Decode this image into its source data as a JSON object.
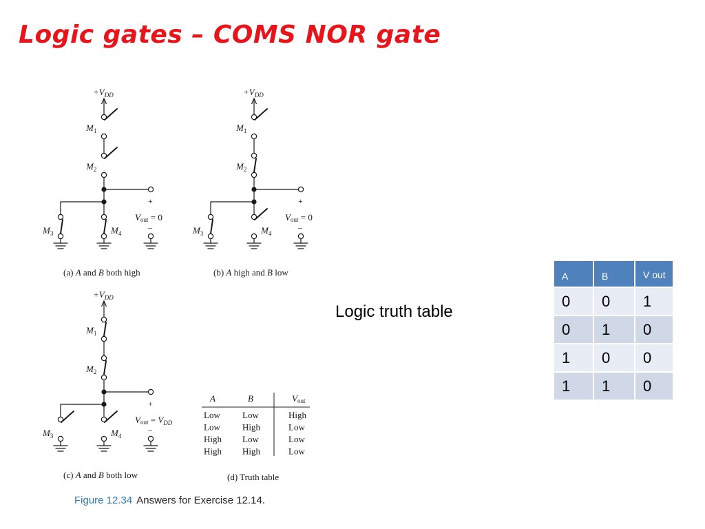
{
  "slide": {
    "title": "Logic gates – COMS NOR gate"
  },
  "figure": {
    "vdd": "+V",
    "vdd_sub": "DD",
    "m_letter": "M",
    "panels": [
      {
        "caption_pre": "(a) ",
        "caption_a": "A",
        "caption_mid": " and ",
        "caption_b": "B",
        "caption_post": " both high",
        "vout_value": "0"
      },
      {
        "caption_pre": "(b) ",
        "caption_a": "A",
        "caption_mid": " high and ",
        "caption_b": "B",
        "caption_post": " low",
        "vout_value": "0"
      },
      {
        "caption_pre": "(c) ",
        "caption_a": "A",
        "caption_mid": " and ",
        "caption_b": "B",
        "caption_post": " both low",
        "vout_value": "V",
        "vout_value_sub": "DD"
      }
    ],
    "vout_label": "V",
    "vout_sub": "out",
    "equals": " = ",
    "plus": "+",
    "minus": "–",
    "inner_table": {
      "headers": [
        "A",
        "B",
        "V"
      ],
      "header_sub": "out",
      "rows": [
        [
          "Low",
          "Low",
          "High"
        ],
        [
          "Low",
          "High",
          "Low"
        ],
        [
          "High",
          "Low",
          "Low"
        ],
        [
          "High",
          "High",
          "Low"
        ]
      ],
      "caption": "(d) Truth table"
    },
    "figure_caption_num": "Figure 12.34",
    "figure_caption_text": "Answers for Exercise 12.14.",
    "caption_color": "#2b7bb9"
  },
  "logic_label": "Logic truth table",
  "truth_table": {
    "headers": [
      "A",
      "B",
      "V out"
    ],
    "rows": [
      [
        "0",
        "0",
        "1"
      ],
      [
        "0",
        "1",
        "0"
      ],
      [
        "1",
        "0",
        "0"
      ],
      [
        "1",
        "1",
        "0"
      ]
    ]
  }
}
